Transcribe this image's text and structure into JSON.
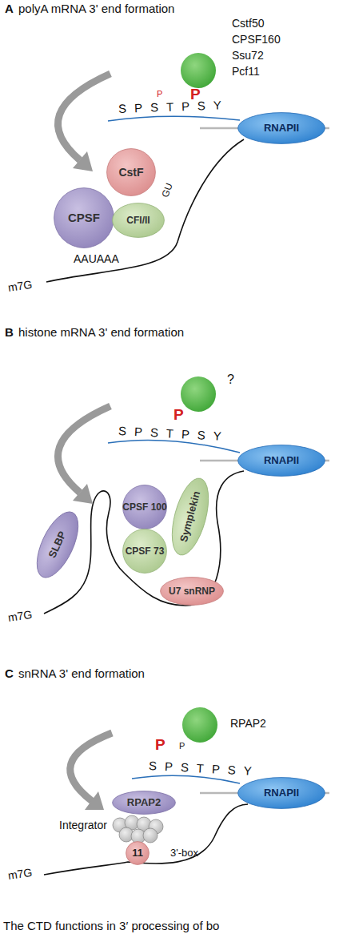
{
  "diagram": {
    "caption": "The CTD functions in 3′ processing of bo",
    "nodes": [
      {
        "text": [
          "CstF"
        ]
      },
      {
        "text": [
          "CPSF"
        ]
      },
      {
        "text": [
          "CFI/II"
        ]
      },
      {
        "text": [
          "RNAPII"
        ]
      },
      {
        "text": [
          "SLBP"
        ]
      },
      {
        "text": [
          "CPSF 100"
        ]
      },
      {
        "text": [
          "CPSF 73"
        ]
      },
      {
        "text": [
          "Symplekin"
        ]
      },
      {
        "text": [
          "U7 snRNP"
        ]
      },
      {
        "text": [
          "RNAPII"
        ]
      },
      {
        "text": [
          "RPAP2"
        ]
      },
      {
        "text": [
          "11"
        ]
      },
      {
        "text": [
          "RNAPII"
        ]
      }
    ],
    "labels": [
      "A",
      "polyA mRNA 3' end formation",
      "Cstf50",
      "CPSF160",
      "Ssu72",
      "Pcf11",
      "S P S T P S Y",
      "P",
      "P",
      "GU",
      "AAUAAA",
      "m7G",
      "B",
      "histone mRNA 3' end formation",
      "?",
      "S P S T P S Y",
      "P",
      "m7G",
      "C",
      "snRNA 3' end formation",
      "RPAP2",
      "S P S T P S Y",
      "P",
      "P",
      "Integrator",
      "3'-box",
      "m7G"
    ]
  }
}
